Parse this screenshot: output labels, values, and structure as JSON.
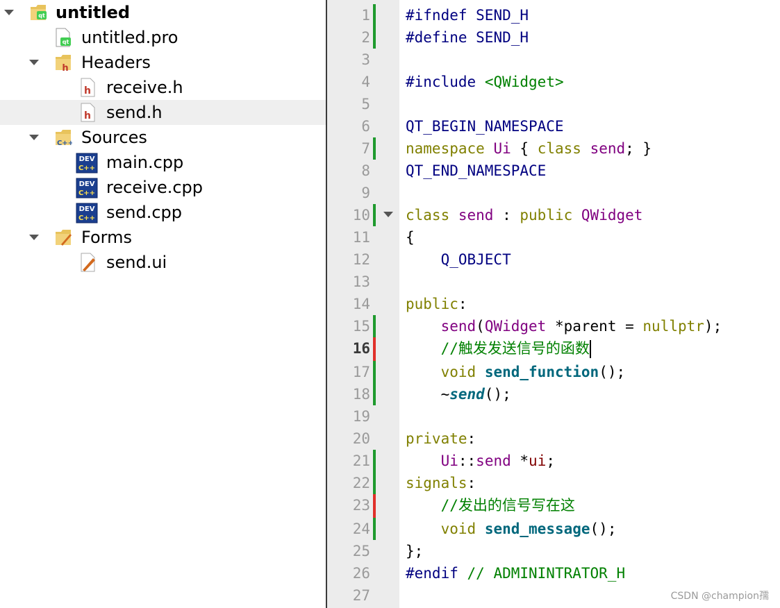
{
  "project_tree": {
    "root": {
      "label": "untitled",
      "icon": "qt-project-folder-icon"
    },
    "pro_file": {
      "label": "untitled.pro",
      "icon": "qt-pro-file-icon"
    },
    "headers": {
      "label": "Headers",
      "icon": "headers-folder-icon",
      "files": [
        {
          "label": "receive.h"
        },
        {
          "label": "send.h"
        }
      ]
    },
    "sources": {
      "label": "Sources",
      "icon": "sources-folder-icon",
      "files": [
        {
          "label": "main.cpp"
        },
        {
          "label": "receive.cpp"
        },
        {
          "label": "send.cpp"
        }
      ]
    },
    "forms": {
      "label": "Forms",
      "icon": "forms-folder-icon",
      "files": [
        {
          "label": "send.ui"
        }
      ]
    },
    "selected": "send.h"
  },
  "editor": {
    "line_numbers": [
      "1",
      "2",
      "3",
      "4",
      "5",
      "6",
      "7",
      "8",
      "9",
      "10",
      "11",
      "12",
      "13",
      "14",
      "15",
      "16",
      "17",
      "18",
      "19",
      "20",
      "21",
      "22",
      "23",
      "24",
      "25",
      "26",
      "27"
    ],
    "current_line": "16",
    "tokens": {
      "l1": [
        "#ifndef",
        " SEND_H"
      ],
      "l2": [
        "#define",
        " SEND_H"
      ],
      "l4": [
        "#include",
        " ",
        "<QWidget>"
      ],
      "l6": [
        "QT_BEGIN_NAMESPACE"
      ],
      "l7": [
        "namespace",
        " ",
        "Ui",
        " { ",
        "class",
        " ",
        "send",
        "; }"
      ],
      "l8": [
        "QT_END_NAMESPACE"
      ],
      "l10": [
        "class",
        " ",
        "send",
        " : ",
        "public",
        " ",
        "QWidget"
      ],
      "l11": [
        "{"
      ],
      "l12": [
        "    ",
        "Q_OBJECT"
      ],
      "l14": [
        "public",
        ":"
      ],
      "l15": [
        "    ",
        "send",
        "(",
        "QWidget",
        " *parent = ",
        "nullptr",
        ");"
      ],
      "l16": [
        "    ",
        "//触发发送信号的函数"
      ],
      "l17": [
        "    ",
        "void",
        " ",
        "send_function",
        "();"
      ],
      "l18": [
        "    ~",
        "send",
        "();"
      ],
      "l20": [
        "private",
        ":"
      ],
      "l21": [
        "    ",
        "Ui",
        "::",
        "send",
        " *",
        "ui",
        ";"
      ],
      "l22": [
        "signals",
        ":"
      ],
      "l23": [
        "    ",
        "//发出的信号写在这"
      ],
      "l24": [
        "    ",
        "void",
        " ",
        "send_message",
        "();"
      ],
      "l25": [
        "};"
      ],
      "l26": [
        "#endif",
        " ",
        "// ADMININTRATOR_H"
      ]
    }
  },
  "colors": {
    "change_marker_saved": "#1f9a2e",
    "change_marker_unsaved": "#e0302a",
    "keyword": "#808000",
    "type": "#800080",
    "macro": "#000080",
    "function": "#00677c"
  },
  "watermark": "CSDN @champion孺"
}
